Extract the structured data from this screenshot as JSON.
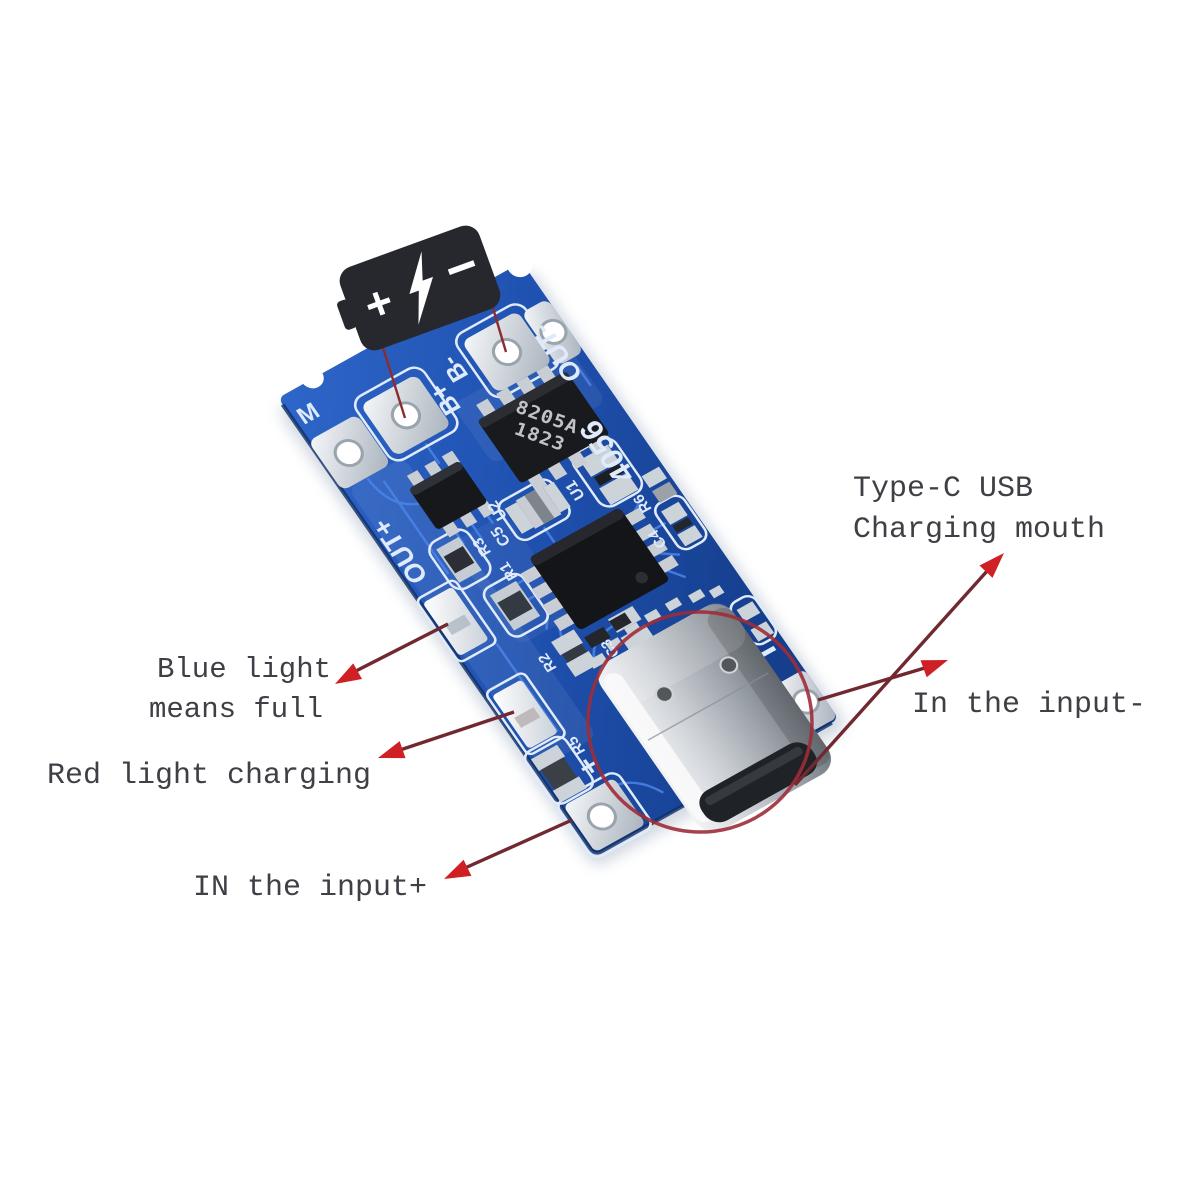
{
  "figure": {
    "background": "#ffffff",
    "description_colors": {
      "pcb_blue": "#2058b8",
      "pcb_blue_dark": "#153e8c",
      "silkscreen": "#dfeafb",
      "annotation_text": "#3f4046",
      "arrow_line": "#722830",
      "arrow_head": "#cf2026",
      "circle_red": "#9e2c38",
      "battery_body": "#26282e",
      "usb_metal": "#b9bec5"
    }
  },
  "annotations": {
    "labels": {
      "type_c_line1": "Type-C USB",
      "type_c_line2": "Charging mouth",
      "input_minus": "In the input-",
      "blue_light_line1": "Blue light",
      "blue_light_line2": "means full",
      "red_light": "Red light charging",
      "input_plus": "IN the input+"
    }
  },
  "battery_icon": {
    "plus": "+",
    "minus": "−"
  },
  "board": {
    "silkscreen": {
      "m": "M",
      "b_plus": "B+",
      "b_minus": "B-",
      "out_plus": "OUT+",
      "out_minus": "OUT-",
      "model": "4056",
      "u1": "U1",
      "u2": "U2",
      "r1": "R1",
      "r2": "R2",
      "r3": "R3",
      "r4": "R4",
      "r5": "R5",
      "r6": "R6",
      "c3": "C3",
      "c4": "C4",
      "c5": "C5",
      "in_plus": "+",
      "in_minus": "−"
    },
    "chip_markings": {
      "mosfet_line1": "8205A",
      "mosfet_line2": "1823"
    }
  }
}
